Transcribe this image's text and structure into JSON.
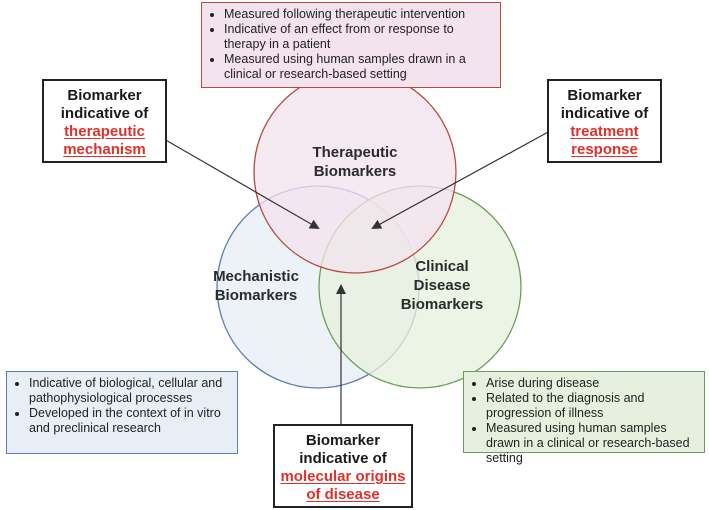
{
  "colors": {
    "therapeutic_fill": "#f3e3ee",
    "therapeutic_stroke": "#b94a3e",
    "mechanistic_fill": "#e7eef6",
    "mechanistic_stroke": "#5b7db5",
    "clinical_fill": "#e5f0de",
    "clinical_stroke": "#6a9e58",
    "highlight": "#e0302a",
    "arrow": "#333333"
  },
  "circles": {
    "therapeutic": {
      "line1": "Therapeutic",
      "line2": "Biomarkers"
    },
    "mechanistic": {
      "line1": "Mechanistic",
      "line2": "Biomarkers"
    },
    "clinical": {
      "line1": "Clinical",
      "line2": "Disease",
      "line3": "Biomarkers"
    }
  },
  "therapeutic_box": {
    "bullets": [
      "Measured following therapeutic intervention",
      "Indicative of an effect from or response to therapy in a patient",
      "Measured using human samples drawn in a clinical or research-based setting"
    ]
  },
  "mechanistic_box": {
    "bullets": [
      "Indicative of biological, cellular and pathophysiological processes",
      "Developed in the context of in vitro and preclinical research"
    ]
  },
  "clinical_box": {
    "bullets": [
      "Arise during disease",
      "Related to the diagnosis and progression of illness",
      "Measured using human samples drawn in a clinical or research-based setting"
    ]
  },
  "markers": {
    "mechanism": {
      "line1": "Biomarker",
      "line2": "indicative of",
      "hl1": "therapeutic",
      "hl2": "mechanism"
    },
    "response": {
      "line1": "Biomarker",
      "line2": "indicative of",
      "hl1": "treatment",
      "hl2": "response"
    },
    "origins": {
      "line1": "Biomarker",
      "line2": "indicative of",
      "hl1": "molecular origins",
      "hl2": "of disease"
    }
  }
}
